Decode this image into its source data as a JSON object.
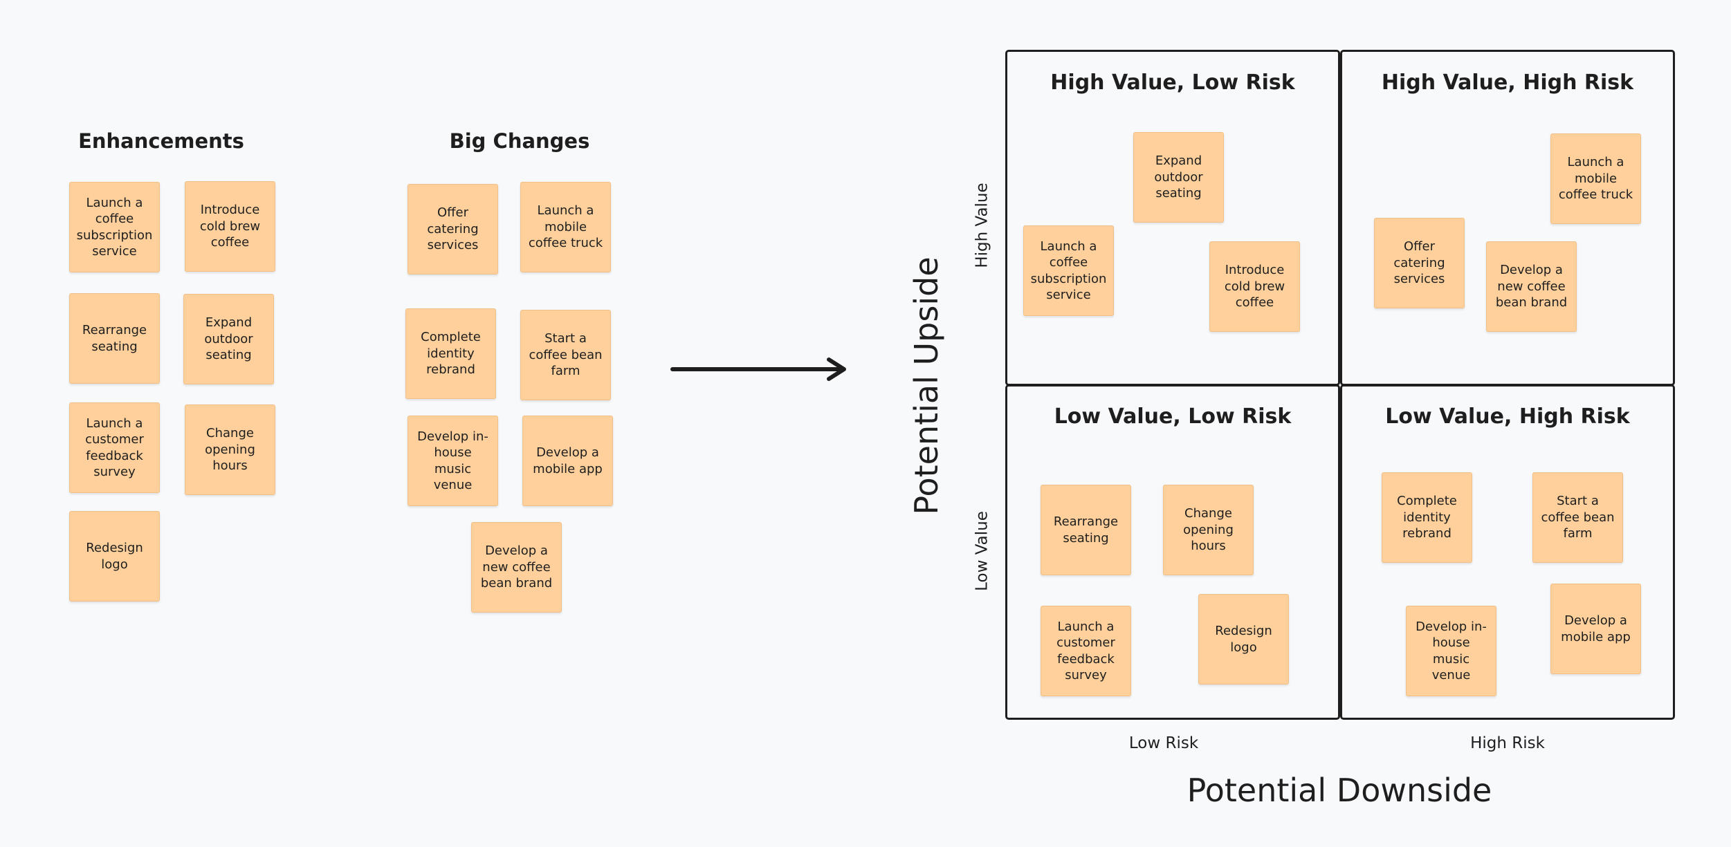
{
  "lists": {
    "enhancements_title": "Enhancements",
    "big_changes_title": "Big Changes",
    "enhancements": [
      "Launch a coffee subscription service",
      "Introduce cold brew coffee",
      "Rearrange seating",
      "Expand outdoor seating",
      "Launch a customer feedback survey",
      "Change opening hours",
      "Redesign logo"
    ],
    "big_changes": [
      "Offer catering services",
      "Launch a mobile coffee truck",
      "Complete identity rebrand",
      "Start a coffee bean farm",
      "Develop in-house music venue",
      "Develop a mobile app",
      "Develop a new coffee bean brand"
    ]
  },
  "matrix": {
    "quadrants": [
      {
        "title": "High Value, Low Risk",
        "notes": [
          "Expand outdoor seating",
          "Launch a coffee subscription service",
          "Introduce cold brew coffee"
        ]
      },
      {
        "title": "High Value, High Risk",
        "notes": [
          "Launch a mobile coffee truck",
          "Offer catering services",
          "Develop a new coffee bean brand"
        ]
      },
      {
        "title": "Low Value, Low Risk",
        "notes": [
          "Rearrange seating",
          "Change opening hours",
          "Launch a customer feedback survey",
          "Redesign logo"
        ]
      },
      {
        "title": "Low Value, High Risk",
        "notes": [
          "Complete identity rebrand",
          "Start a coffee bean farm",
          "Develop in-house music venue",
          "Develop a mobile app"
        ]
      }
    ],
    "y_axis_title": "Potential Upside",
    "y_high_label": "High Value",
    "y_low_label": "Low Value",
    "x_axis_title": "Potential Downside",
    "x_low_label": "Low Risk",
    "x_high_label": "High Risk"
  },
  "colors": {
    "note_fill": "#ffd09b",
    "stroke": "#1e1e1e",
    "background": "#f8f9fb"
  }
}
